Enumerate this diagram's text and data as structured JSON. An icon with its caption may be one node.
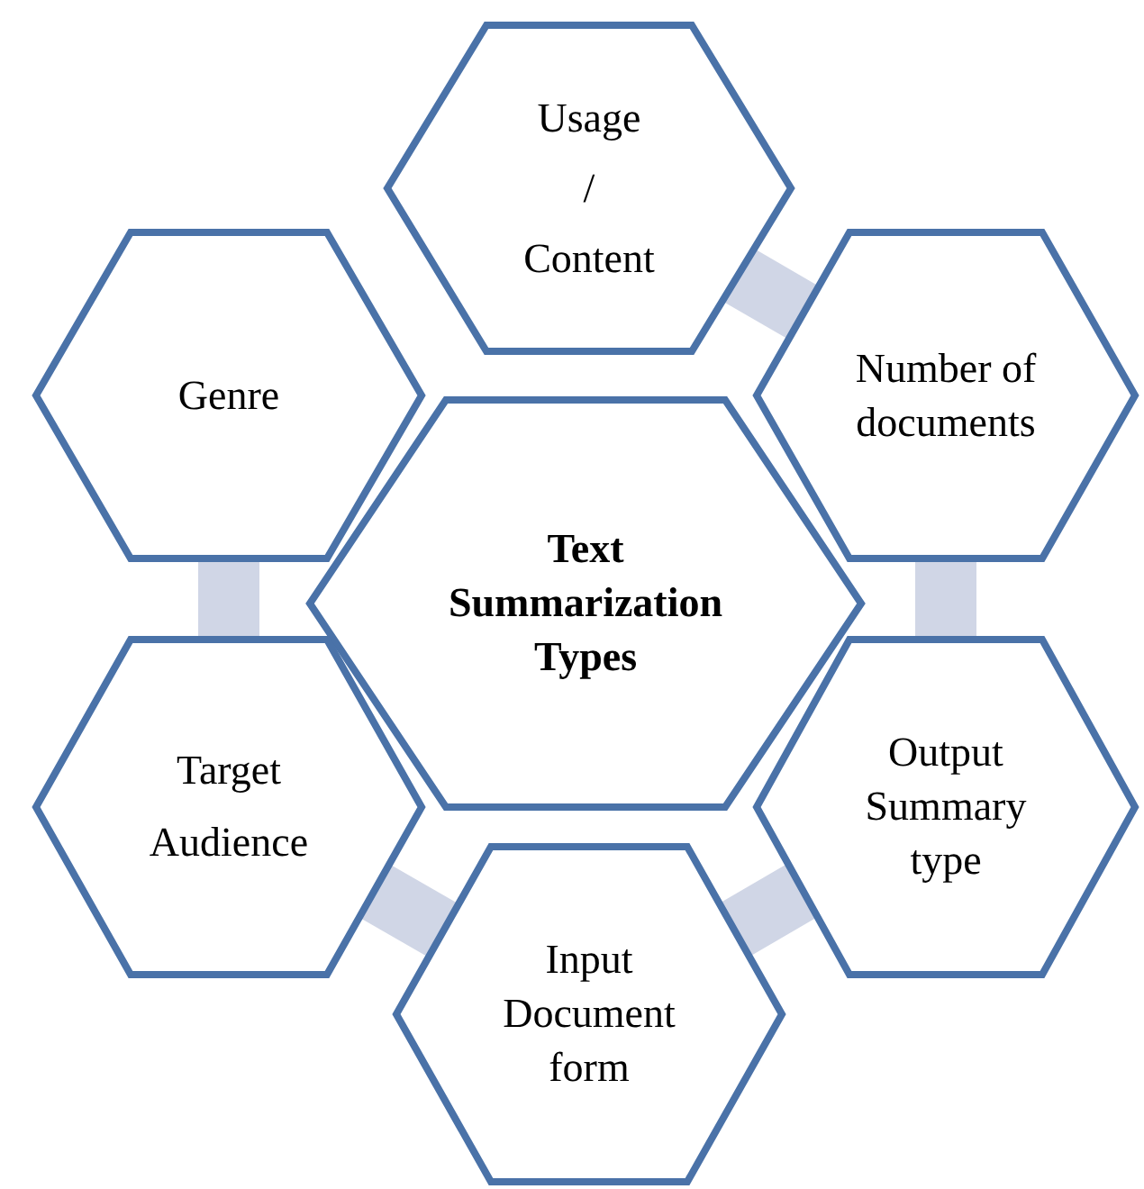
{
  "diagram": {
    "nodes": [
      {
        "text": [
          "Usage / Content"
        ]
      },
      {
        "text": [
          "Genre"
        ]
      },
      {
        "text": [
          "Number of documents"
        ]
      },
      {
        "text": [
          "Text Summarization Types"
        ]
      },
      {
        "text": [
          "Target Audience"
        ]
      },
      {
        "text": [
          "Output Summary type"
        ]
      },
      {
        "text": [
          "Input Document form"
        ]
      }
    ],
    "edges": [
      {
        "from": 0,
        "to": 2,
        "arrow": "none"
      },
      {
        "from": 2,
        "to": 5,
        "arrow": "none"
      },
      {
        "from": 5,
        "to": 6,
        "arrow": "none"
      },
      {
        "from": 6,
        "to": 4,
        "arrow": "none"
      },
      {
        "from": 4,
        "to": 1,
        "arrow": "none"
      }
    ]
  }
}
